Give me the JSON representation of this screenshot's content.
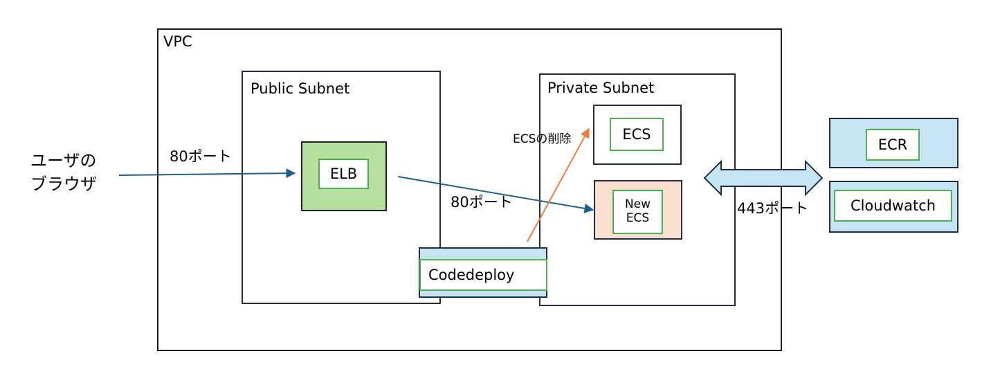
{
  "vpc": {
    "label": "VPC"
  },
  "public_subnet": {
    "label": "Public Subnet",
    "elb": {
      "label": "ELB",
      "fill": "#b5e09e"
    }
  },
  "private_subnet": {
    "label": "Private Subnet",
    "ecs": {
      "label": "ECS"
    },
    "new_ecs": {
      "line1": "New",
      "line2": "ECS",
      "fill": "#fbe0d2"
    }
  },
  "codedeploy": {
    "label": "Codedeploy",
    "fill": "#c5e4f4"
  },
  "external": {
    "ecr": {
      "label": "ECR"
    },
    "cloudwatch": {
      "label": "Cloudwatch"
    }
  },
  "user": {
    "line1": "ユーザの",
    "line2": "ブラウザ"
  },
  "connections": {
    "user_to_elb": "80ポート",
    "elb_to_new_ecs": "80ポート",
    "codedeploy_to_ecs": "ECSの削除",
    "vpc_to_external": "443ポート"
  },
  "colors": {
    "blue_arrow": "#1e5f86",
    "orange_arrow": "#ee7d3b",
    "inner_border": "#4caf50",
    "double_arrow_fill": "#c5e4f4"
  }
}
